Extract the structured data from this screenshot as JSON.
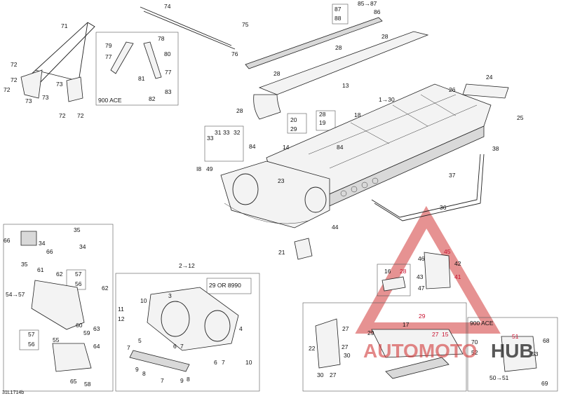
{
  "diagram": {
    "code": "31L1714b",
    "watermark": {
      "brand_a": "AUTOMOTO",
      "brand_b": "HUB",
      "accent": "#c8102e"
    },
    "insets": {
      "top_panel_label": "900 ACE",
      "bottom_right_label": "900 ACE",
      "or_text": "29  OR  8990",
      "kit_label": "2→12"
    },
    "callouts": [
      {
        "id": "c71",
        "text": "71"
      },
      {
        "id": "c72a",
        "text": "72"
      },
      {
        "id": "c72b",
        "text": "72"
      },
      {
        "id": "c72c",
        "text": "72"
      },
      {
        "id": "c72d",
        "text": "72"
      },
      {
        "id": "c72e",
        "text": "72"
      },
      {
        "id": "c73a",
        "text": "73"
      },
      {
        "id": "c73b",
        "text": "73"
      },
      {
        "id": "c73c",
        "text": "73"
      },
      {
        "id": "c74",
        "text": "74"
      },
      {
        "id": "c75",
        "text": "75"
      },
      {
        "id": "c76",
        "text": "76"
      },
      {
        "id": "c77a",
        "text": "77"
      },
      {
        "id": "c77b",
        "text": "77"
      },
      {
        "id": "c78",
        "text": "78"
      },
      {
        "id": "c79",
        "text": "79"
      },
      {
        "id": "c80",
        "text": "80"
      },
      {
        "id": "c81",
        "text": "81"
      },
      {
        "id": "c82",
        "text": "82"
      },
      {
        "id": "c83",
        "text": "83"
      },
      {
        "id": "c85",
        "text": "85→87"
      },
      {
        "id": "c86",
        "text": "86"
      },
      {
        "id": "c87",
        "text": "87"
      },
      {
        "id": "c88",
        "text": "88"
      },
      {
        "id": "c28a",
        "text": "28"
      },
      {
        "id": "c28b",
        "text": "28"
      },
      {
        "id": "c28c",
        "text": "28"
      },
      {
        "id": "c28d",
        "text": "28"
      },
      {
        "id": "c28e",
        "text": "28"
      },
      {
        "id": "c13",
        "text": "13"
      },
      {
        "id": "c24",
        "text": "24"
      },
      {
        "id": "c26",
        "text": "26"
      },
      {
        "id": "c25",
        "text": "25"
      },
      {
        "id": "c1",
        "text": "1→30"
      },
      {
        "id": "c18",
        "text": "18"
      },
      {
        "id": "c20",
        "text": "20"
      },
      {
        "id": "c29a",
        "text": "29"
      },
      {
        "id": "c19",
        "text": "19"
      },
      {
        "id": "c31",
        "text": "31"
      },
      {
        "id": "c33a",
        "text": "33"
      },
      {
        "id": "c32",
        "text": "32"
      },
      {
        "id": "c33b",
        "text": "33"
      },
      {
        "id": "c84a",
        "text": "84"
      },
      {
        "id": "c14",
        "text": "14"
      },
      {
        "id": "c84b",
        "text": "84"
      },
      {
        "id": "c38",
        "text": "38"
      },
      {
        "id": "c37",
        "text": "37"
      },
      {
        "id": "c36",
        "text": "36"
      },
      {
        "id": "c18b",
        "text": "I8"
      },
      {
        "id": "c49",
        "text": "49"
      },
      {
        "id": "c23",
        "text": "23"
      },
      {
        "id": "c44",
        "text": "44"
      },
      {
        "id": "c21",
        "text": "21"
      },
      {
        "id": "c35a",
        "text": "35"
      },
      {
        "id": "c34a",
        "text": "34"
      },
      {
        "id": "c66a",
        "text": "66"
      },
      {
        "id": "c34b",
        "text": "34"
      },
      {
        "id": "c66b",
        "text": "66"
      },
      {
        "id": "c35b",
        "text": "35"
      },
      {
        "id": "c61",
        "text": "61"
      },
      {
        "id": "c62a",
        "text": "62"
      },
      {
        "id": "c57a",
        "text": "57"
      },
      {
        "id": "c56a",
        "text": "56"
      },
      {
        "id": "c62b",
        "text": "62"
      },
      {
        "id": "c54",
        "text": "54→57"
      },
      {
        "id": "c60",
        "text": "60"
      },
      {
        "id": "c59",
        "text": "59"
      },
      {
        "id": "c63",
        "text": "63"
      },
      {
        "id": "c57b",
        "text": "57"
      },
      {
        "id": "c56b",
        "text": "56"
      },
      {
        "id": "c55",
        "text": "55"
      },
      {
        "id": "c64",
        "text": "64"
      },
      {
        "id": "c65",
        "text": "65"
      },
      {
        "id": "c58",
        "text": "58"
      },
      {
        "id": "c3",
        "text": "3"
      },
      {
        "id": "c4",
        "text": "4"
      },
      {
        "id": "c10a",
        "text": "10"
      },
      {
        "id": "c11",
        "text": "11"
      },
      {
        "id": "c12",
        "text": "12"
      },
      {
        "id": "c6a",
        "text": "6"
      },
      {
        "id": "c7a",
        "text": "7"
      },
      {
        "id": "c5",
        "text": "5"
      },
      {
        "id": "c7b",
        "text": "7"
      },
      {
        "id": "c9a",
        "text": "9"
      },
      {
        "id": "c8a",
        "text": "8"
      },
      {
        "id": "c7c",
        "text": "7"
      },
      {
        "id": "c9b",
        "text": "9"
      },
      {
        "id": "c8b",
        "text": "8"
      },
      {
        "id": "c6b",
        "text": "6"
      },
      {
        "id": "c7d",
        "text": "7"
      },
      {
        "id": "c10b",
        "text": "10"
      },
      {
        "id": "c16",
        "text": "16"
      },
      {
        "id": "c28f",
        "text": "28"
      },
      {
        "id": "c45",
        "text": "45"
      },
      {
        "id": "c46",
        "text": "46"
      },
      {
        "id": "c42",
        "text": "42"
      },
      {
        "id": "c43",
        "text": "43"
      },
      {
        "id": "c41",
        "text": "41"
      },
      {
        "id": "c47",
        "text": "47"
      },
      {
        "id": "c17",
        "text": "17"
      },
      {
        "id": "c29b",
        "text": "29"
      },
      {
        "id": "c27a",
        "text": "27"
      },
      {
        "id": "c29c",
        "text": "29"
      },
      {
        "id": "c27b",
        "text": "27"
      },
      {
        "id": "c15",
        "text": "15"
      },
      {
        "id": "c22",
        "text": "22"
      },
      {
        "id": "c27c",
        "text": "27"
      },
      {
        "id": "c30a",
        "text": "30"
      },
      {
        "id": "c30b",
        "text": "30"
      },
      {
        "id": "c27d",
        "text": "27"
      },
      {
        "id": "c70",
        "text": "70"
      },
      {
        "id": "c51a",
        "text": "51"
      },
      {
        "id": "c68",
        "text": "68"
      },
      {
        "id": "c52",
        "text": "52"
      },
      {
        "id": "c53",
        "text": "53"
      },
      {
        "id": "c50",
        "text": "50→51"
      },
      {
        "id": "c69",
        "text": "69"
      }
    ]
  }
}
